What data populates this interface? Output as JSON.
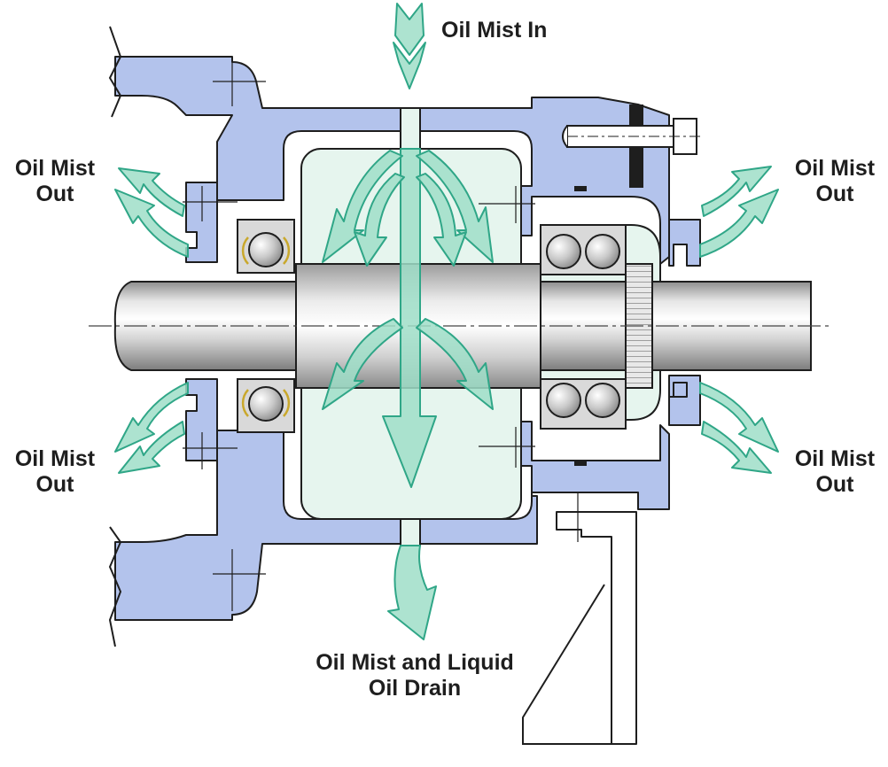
{
  "labels": {
    "oil_mist_in": "Oil Mist In",
    "top_left": {
      "line1": "Oil Mist",
      "line2": "Out"
    },
    "top_right": {
      "line1": "Oil Mist",
      "line2": "Out"
    },
    "bottom_left": {
      "line1": "Oil Mist",
      "line2": "Out"
    },
    "bottom_right": {
      "line1": "Oil Mist",
      "line2": "Out"
    },
    "drain": {
      "line1": "Oil Mist and Liquid",
      "line2": "Oil Drain"
    }
  },
  "colors": {
    "housing": "#b3c3ec",
    "chamber": "#e6f5ee",
    "flow_arrow": "#9fdec8",
    "flow_arrow_edge": "#2fa687",
    "shaft_light": "#f4f4f4",
    "shaft_dark": "#9a9a9a",
    "outline": "#1e1e1e",
    "bearing_race": "#d9d9d9",
    "ball_cage": "#e2c64a"
  }
}
